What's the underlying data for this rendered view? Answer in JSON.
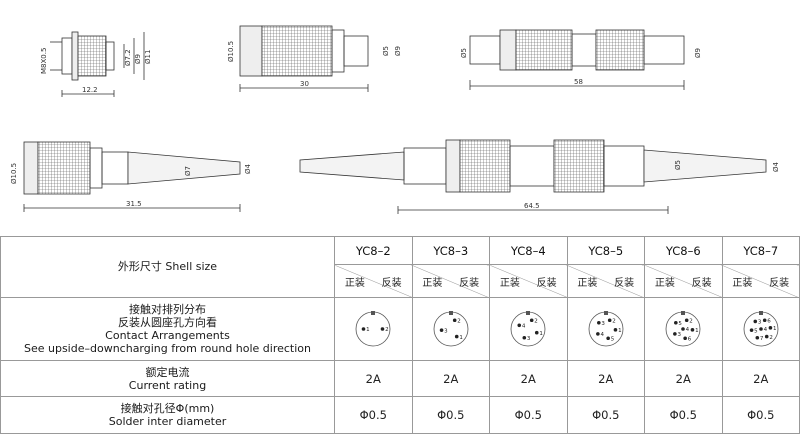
{
  "drawings": {
    "view1": {
      "m8x05": "M8X0.5",
      "d72": "Ø7.2",
      "d9": "Ø9",
      "d11": "Ø11",
      "len": "12.2"
    },
    "view2": {
      "d105": "Ø10.5",
      "d5": "Ø5",
      "d9": "Ø9",
      "len": "30"
    },
    "view3": {
      "d5": "Ø5",
      "d9": "Ø9",
      "len": "58"
    },
    "view4": {
      "d105": "Ø10.5",
      "d7": "Ø7",
      "d4": "Ø4",
      "len": "31.5"
    },
    "view5": {
      "d5": "Ø5",
      "d4": "Ø4",
      "len": "64.5"
    }
  },
  "table": {
    "shell_label": "外形尺寸 Shell size",
    "models": [
      "YC8–2",
      "YC8–3",
      "YC8–4",
      "YC8–5",
      "YC8–6",
      "YC8–7"
    ],
    "mount_normal": "正装",
    "mount_reverse": "反装",
    "contact_label": {
      "l1": "接触对排列分布",
      "l2": "反装从圆座孔方向看",
      "l3": "Contact Arrangements",
      "l4": "See upside–downcharging from round hole direction"
    },
    "pin_numbers": [
      [
        "2",
        "1"
      ],
      [
        "2",
        "1",
        "3"
      ],
      [
        "2",
        "1",
        "3",
        "4"
      ],
      [
        "2",
        "1",
        "5",
        "4",
        "3"
      ],
      [
        "2",
        "1",
        "6",
        "3",
        "5",
        "4"
      ],
      [
        "6",
        "1",
        "2",
        "7",
        "5",
        "3",
        "4"
      ]
    ],
    "current_label": {
      "l1": "额定电流",
      "l2": "Current rating"
    },
    "current_values": [
      "2A",
      "2A",
      "2A",
      "2A",
      "2A",
      "2A"
    ],
    "solder_label": {
      "l1": "接触对孔径Φ(mm)",
      "l2": "Solder inter diameter"
    },
    "solder_values": [
      "Φ0.5",
      "Φ0.5",
      "Φ0.5",
      "Φ0.5",
      "Φ0.5",
      "Φ0.5"
    ]
  }
}
